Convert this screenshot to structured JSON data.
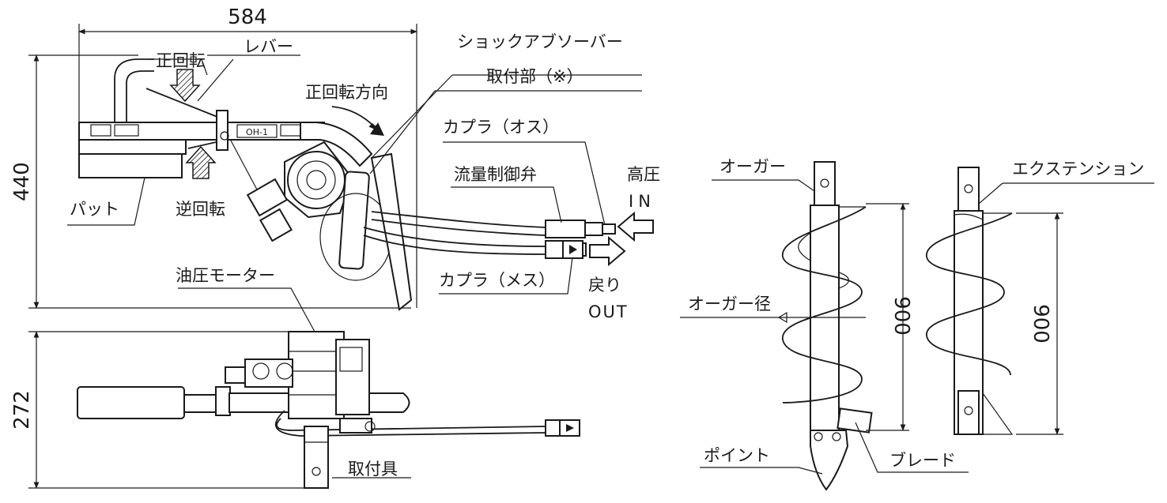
{
  "dimensions": {
    "width_top": "584",
    "height_top": "440",
    "height_bottom": "272",
    "auger_length": "900",
    "extension_length": "900"
  },
  "labels": {
    "forward_rotation": "正回転",
    "lever": "レバー",
    "forward_direction": "正回転方向",
    "shock_absorber": "ショックアブソーバー",
    "mount_part": "取付部（※）",
    "coupler_male": "カプラ（オス）",
    "flow_valve": "流量制御弁",
    "high_pressure": "高圧",
    "in": "IN",
    "pad": "パット",
    "reverse_rotation": "逆回転",
    "coupler_female": "カプラ（メス）",
    "return": "戻り",
    "out": "OUT",
    "hydraulic_motor": "油圧モーター",
    "mount_fixture": "取付具",
    "auger": "オーガー",
    "extension": "エクステンション",
    "auger_diameter": "オーガー径",
    "point": "ポイント",
    "blade": "ブレード",
    "model_plate": "OH-1"
  },
  "colors": {
    "line": "#1a1a1a",
    "background": "#ffffff"
  }
}
